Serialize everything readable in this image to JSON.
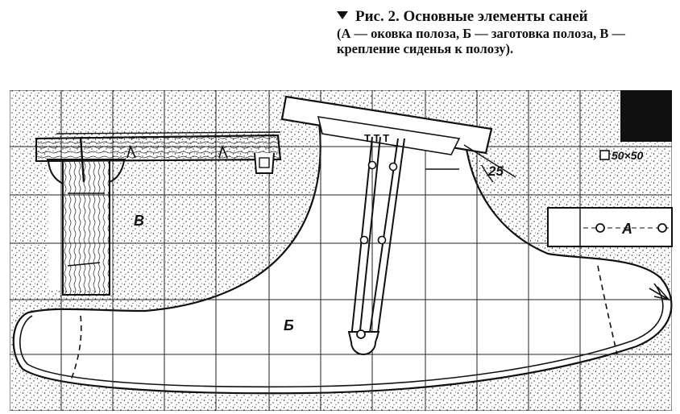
{
  "caption": {
    "figure": "Рис. 2.",
    "title": "Основные элементы саней",
    "legend_text": "(А — оковка полоза, Б — заготовка полоза, В — крепление сиденья к полозу)."
  },
  "labels": {
    "a": "А",
    "b": "Б",
    "v": "В",
    "grid_size": "50×50",
    "angle": "25",
    "bolts": "Т Т Т"
  },
  "colors": {
    "ink": "#111111",
    "paper": "#ffffff"
  }
}
